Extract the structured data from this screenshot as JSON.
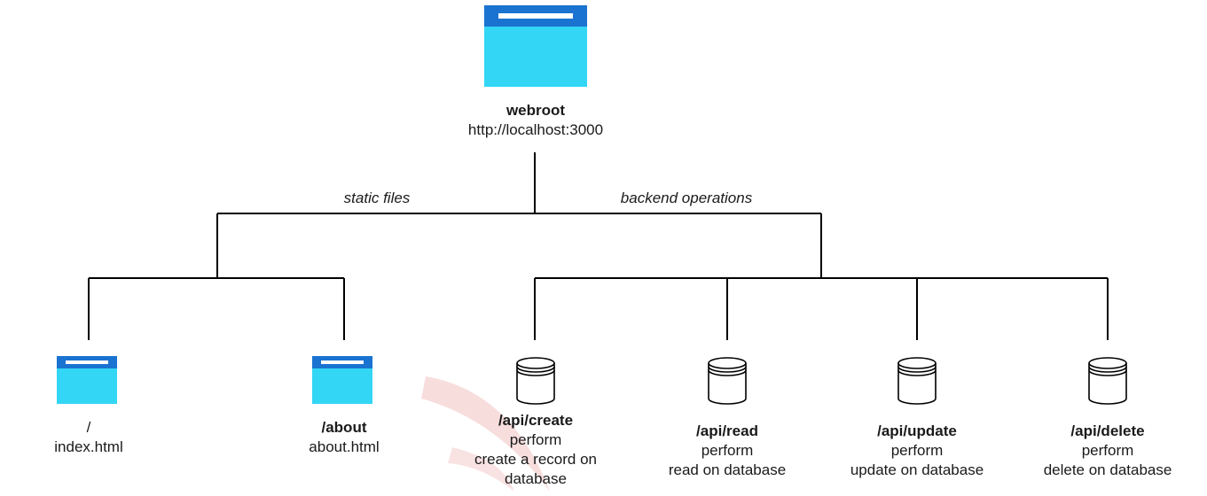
{
  "colors": {
    "folder_tab": "#1a73d1",
    "folder_body": "#33d6f5",
    "line": "#000000",
    "database_stroke": "#000000"
  },
  "root": {
    "icon": "folder-icon",
    "title": "webroot",
    "url": "http://localhost:3000"
  },
  "edges": {
    "static_label": "static files",
    "backend_label": "backend operations"
  },
  "static_nodes": [
    {
      "icon": "folder-icon",
      "title": "/",
      "file": "index.html"
    },
    {
      "icon": "folder-icon",
      "title": "/about",
      "file": "about.html"
    }
  ],
  "api_nodes": [
    {
      "icon": "database-icon",
      "title": "/api/create",
      "line1": "perform",
      "line2": "create a record on",
      "line3": "database"
    },
    {
      "icon": "database-icon",
      "title": "/api/read",
      "line1": "perform",
      "line2": "read on database"
    },
    {
      "icon": "database-icon",
      "title": "/api/update",
      "line1": "perform",
      "line2": "update on database"
    },
    {
      "icon": "database-icon",
      "title": "/api/delete",
      "line1": "perform",
      "line2": "delete on database"
    }
  ]
}
